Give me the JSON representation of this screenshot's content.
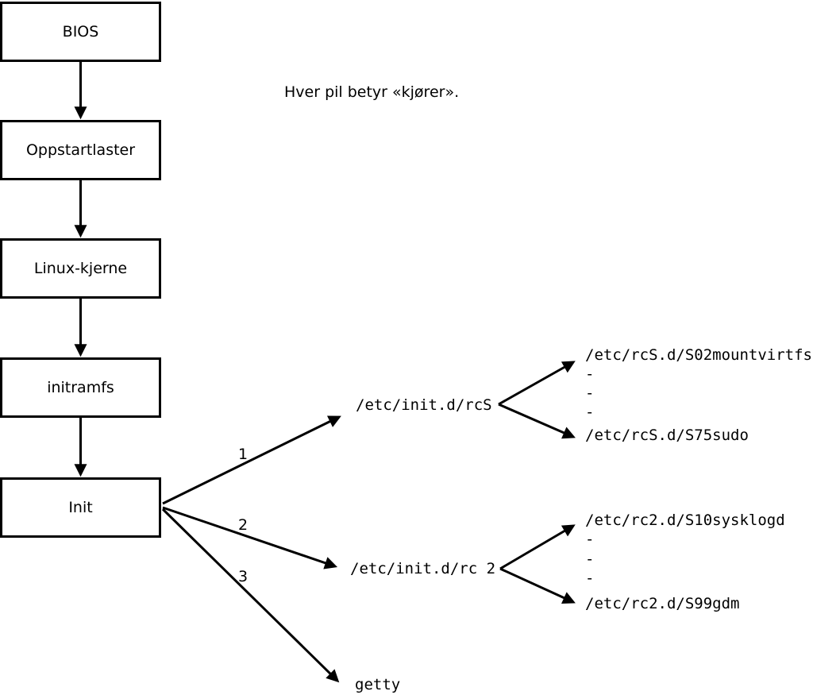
{
  "diagram": {
    "note": "Hver pil betyr «kjører».",
    "boot_chain": [
      {
        "label": "BIOS"
      },
      {
        "label": "Oppstartlaster"
      },
      {
        "label": "Linux-kjerne"
      },
      {
        "label": "initramfs"
      },
      {
        "label": "Init"
      }
    ],
    "init_branches": [
      {
        "order": "1",
        "target": "/etc/init.d/rcS"
      },
      {
        "order": "2",
        "target": "/etc/init.d/rc 2"
      },
      {
        "order": "3",
        "target": "getty"
      }
    ],
    "rcS_scripts": [
      "/etc/rcS.d/S02mountvirtfs",
      "-",
      "-",
      "-",
      "/etc/rcS.d/S75sudo"
    ],
    "rc2_scripts": [
      "/etc/rc2.d/S10sysklogd",
      "-",
      "-",
      "-",
      "/etc/rc2.d/S99gdm"
    ],
    "colors": {
      "stroke": "#000000",
      "box_fill": "#ffffff",
      "background": "#ffffff",
      "text": "#000000"
    }
  }
}
